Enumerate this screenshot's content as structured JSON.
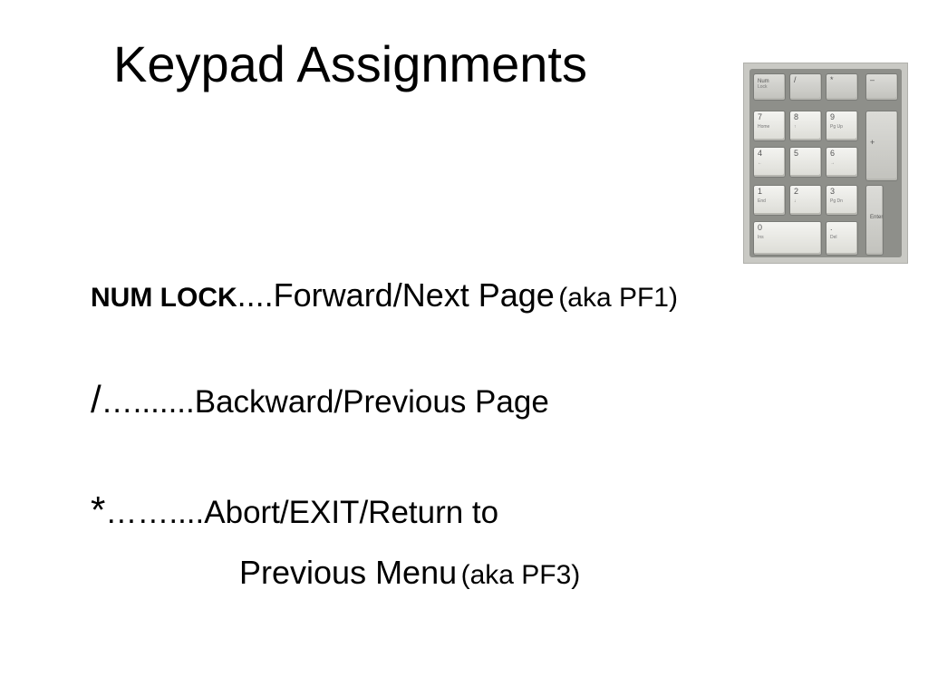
{
  "slide": {
    "title": "Keypad Assignments"
  },
  "image": {
    "description_icon": "numeric-keypad-photo",
    "keys": {
      "numlock": [
        "Num",
        "Lock"
      ],
      "slash": "/",
      "star": "*",
      "minus": "–",
      "plus": "+",
      "enter": "Enter",
      "k7": [
        "7",
        "Home"
      ],
      "k8": [
        "8",
        "↑"
      ],
      "k9": [
        "9",
        "Pg Up"
      ],
      "k4": [
        "4",
        "←"
      ],
      "k5": "5",
      "k6": [
        "6",
        "→"
      ],
      "k1": [
        "1",
        "End"
      ],
      "k2": [
        "2",
        "↓"
      ],
      "k3": [
        "3",
        "Pg Dn"
      ],
      "k0": [
        "0",
        "Ins"
      ],
      "kdot": [
        ".",
        "Del"
      ]
    }
  },
  "lines": [
    {
      "key": "NUM LOCK",
      "dots": "....",
      "action": "Forward/Next Page",
      "note": "(aka PF1)"
    },
    {
      "key": "/",
      "dots": "….......",
      "action": "Backward/Previous Page"
    },
    {
      "key": "*",
      "dots": "……....",
      "action": "Abort/EXIT/Return to",
      "continuation": "Previous Menu",
      "note": "(aka PF3)"
    }
  ]
}
